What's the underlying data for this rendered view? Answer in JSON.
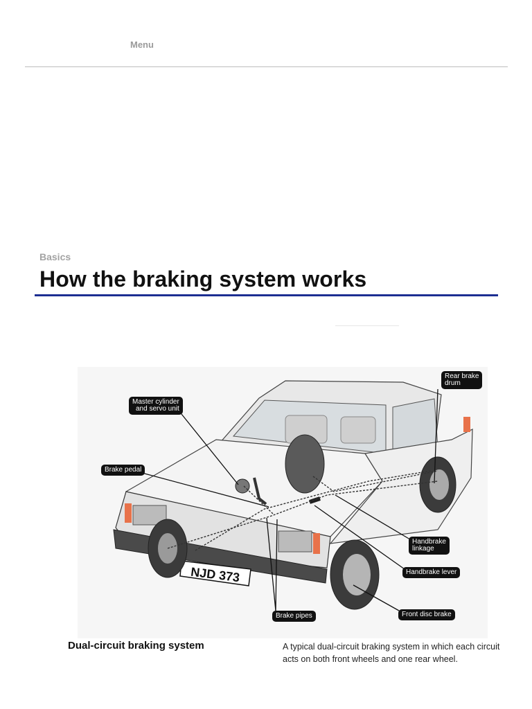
{
  "nav": {
    "menu_label": "Menu"
  },
  "article": {
    "kicker": "Basics",
    "title": "How the braking system works"
  },
  "figure": {
    "plate_text": "NJD 373",
    "callouts": {
      "rear_brake_drum": "Rear brake\ndrum",
      "master_cylinder": "Master cylinder\nand servo unit",
      "brake_pedal": "Brake pedal",
      "handbrake_linkage": "Handbrake\nlinkage",
      "handbrake_lever": "Handbrake lever",
      "brake_pipes": "Brake pipes",
      "front_disc_brake": "Front disc brake"
    },
    "caption_title": "Dual-circuit braking system",
    "caption_text": "A typical dual-circuit braking system in which each circuit acts on both front wheels and one rear wheel."
  },
  "colors": {
    "title_rule": "#1c2e92",
    "callout_bg": "#111111",
    "car_body": "#f2f2f2",
    "indicator": "#e8724a"
  }
}
